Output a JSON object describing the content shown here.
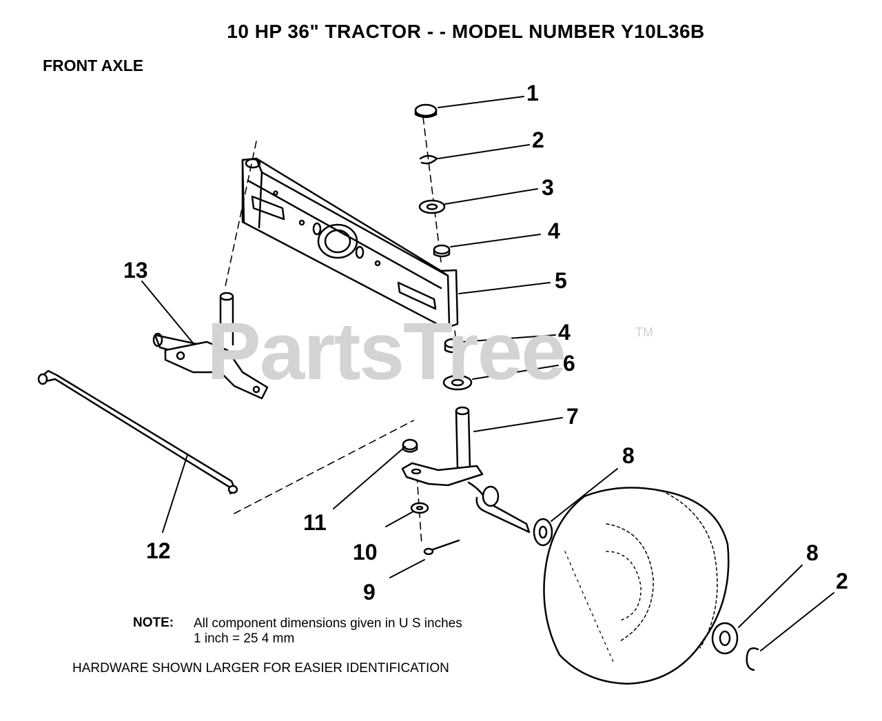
{
  "header": {
    "title": "10 HP 36\" TRACTOR - - MODEL NUMBER Y10L36B",
    "section": "FRONT AXLE"
  },
  "watermark": {
    "text": "PartsTree",
    "mark": "TM"
  },
  "callouts": [
    "1",
    "2",
    "3",
    "4",
    "5",
    "4",
    "6",
    "7",
    "8",
    "8",
    "2",
    "9",
    "10",
    "11",
    "12",
    "13"
  ],
  "note": {
    "label": "NOTE:",
    "line1": "All component dimensions given in U S  inches",
    "line2": "1 inch = 25 4 mm"
  },
  "hardware_note": "HARDWARE SHOWN LARGER FOR EASIER IDENTIFICATION"
}
